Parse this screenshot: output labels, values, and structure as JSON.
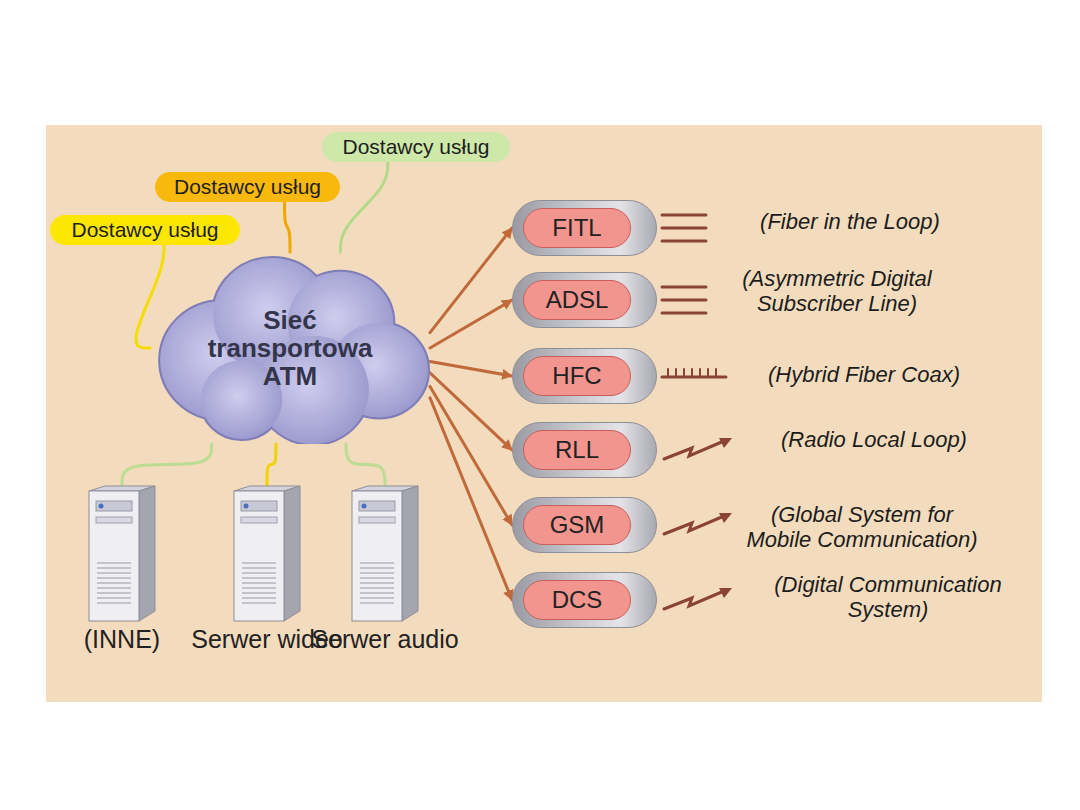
{
  "diagram": {
    "nodes": [
      {
        "text": [
          "Dostawcy usług"
        ]
      },
      {
        "text": [
          "Dostawcy usług"
        ]
      },
      {
        "text": [
          "Dostawcy usług"
        ]
      },
      {
        "text": [
          "Sieć transportowa ATM"
        ]
      },
      {
        "text": [
          "FITL"
        ]
      },
      {
        "text": [
          "ADSL"
        ]
      },
      {
        "text": [
          "HFC"
        ]
      },
      {
        "text": [
          "RLL"
        ]
      },
      {
        "text": [
          "GSM"
        ]
      },
      {
        "text": [
          "DCS"
        ]
      },
      {
        "text": [
          "(INNE)"
        ]
      },
      {
        "text": [
          "Serwer wideo"
        ]
      },
      {
        "text": [
          "Serwer audio"
        ]
      }
    ],
    "edges": [
      {
        "from": 0,
        "to": 3,
        "arrow": "none"
      },
      {
        "from": 1,
        "to": 3,
        "arrow": "none"
      },
      {
        "from": 2,
        "to": 3,
        "arrow": "none"
      },
      {
        "from": 3,
        "to": 4,
        "arrow": "to"
      },
      {
        "from": 3,
        "to": 5,
        "arrow": "to"
      },
      {
        "from": 3,
        "to": 6,
        "arrow": "to"
      },
      {
        "from": 3,
        "to": 7,
        "arrow": "to"
      },
      {
        "from": 3,
        "to": 8,
        "arrow": "to"
      },
      {
        "from": 3,
        "to": 9,
        "arrow": "to"
      },
      {
        "from": 10,
        "to": 3,
        "arrow": "none"
      },
      {
        "from": 11,
        "to": 3,
        "arrow": "none"
      },
      {
        "from": 12,
        "to": 3,
        "arrow": "none"
      }
    ],
    "labels": [
      "(Fiber in the Loop)",
      "(Asymmetric Digital Subscriber Line)",
      "(Hybrid Fiber Coax)",
      "(Radio Local Loop)",
      "(Global System for Mobile Communication)",
      "(Digital Communication System)"
    ]
  }
}
